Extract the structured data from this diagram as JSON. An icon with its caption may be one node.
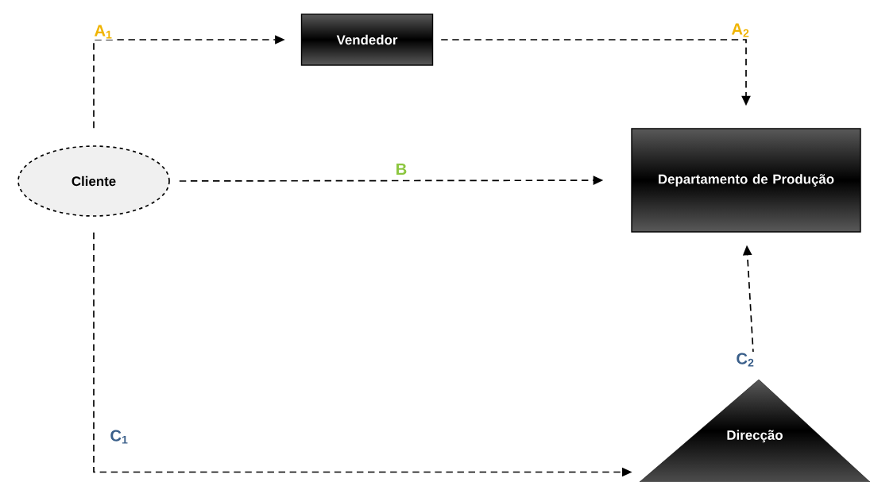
{
  "diagram": {
    "nodes": [
      {
        "text": [
          "Cliente"
        ]
      },
      {
        "text": [
          "Vendedor"
        ]
      },
      {
        "text": [
          "Departamento de Produção"
        ]
      },
      {
        "text": [
          "Direcção"
        ]
      }
    ],
    "edges": [
      {
        "from": 0,
        "to": 1,
        "arrow": "to",
        "label": "A$_{1}$",
        "style": "dashed"
      },
      {
        "from": 1,
        "to": 2,
        "arrow": "to",
        "label": "A$_{2}$",
        "style": "dashed"
      },
      {
        "from": 0,
        "to": 2,
        "arrow": "to",
        "label": "B",
        "style": "dashed"
      },
      {
        "from": 0,
        "to": 3,
        "arrow": "to",
        "label": "C$_{1}$",
        "style": "dashed"
      },
      {
        "from": 3,
        "to": 2,
        "arrow": "to",
        "label": "C$_{2}$",
        "style": "dashed"
      }
    ]
  }
}
